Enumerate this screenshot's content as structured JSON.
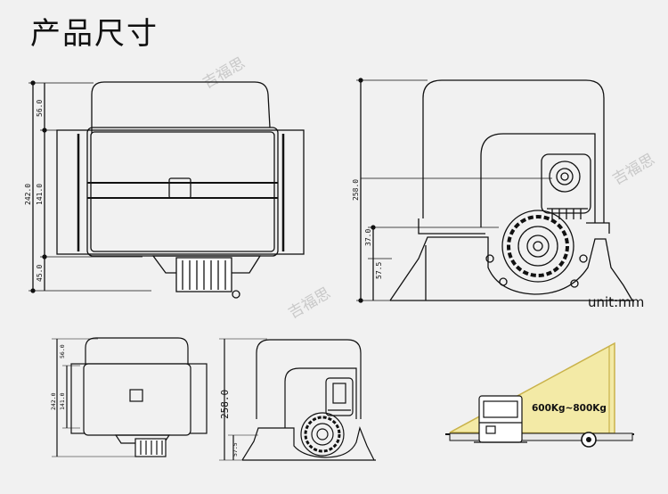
{
  "title": "产品尺寸",
  "watermark": "吉福思",
  "unit_label": "unit:mm",
  "front_view": {
    "dims": [
      "56.0",
      "242.0",
      "141.0",
      "45.0"
    ]
  },
  "side_view": {
    "dims": [
      "258.0",
      "37.0",
      "57.5"
    ]
  },
  "small_front_view": {
    "dims": [
      "56.0",
      "242.0",
      "141.0"
    ]
  },
  "small_side_view": {
    "dims": [
      "258.0",
      "57.5"
    ]
  },
  "capacity_label": "600Kg~800Kg",
  "colors": {
    "background": "#f1f1f1",
    "line": "#111111",
    "ramp_fill": "#f3eaa6",
    "ramp_stroke": "#c9b24a",
    "watermark": "#c9c9c9"
  }
}
